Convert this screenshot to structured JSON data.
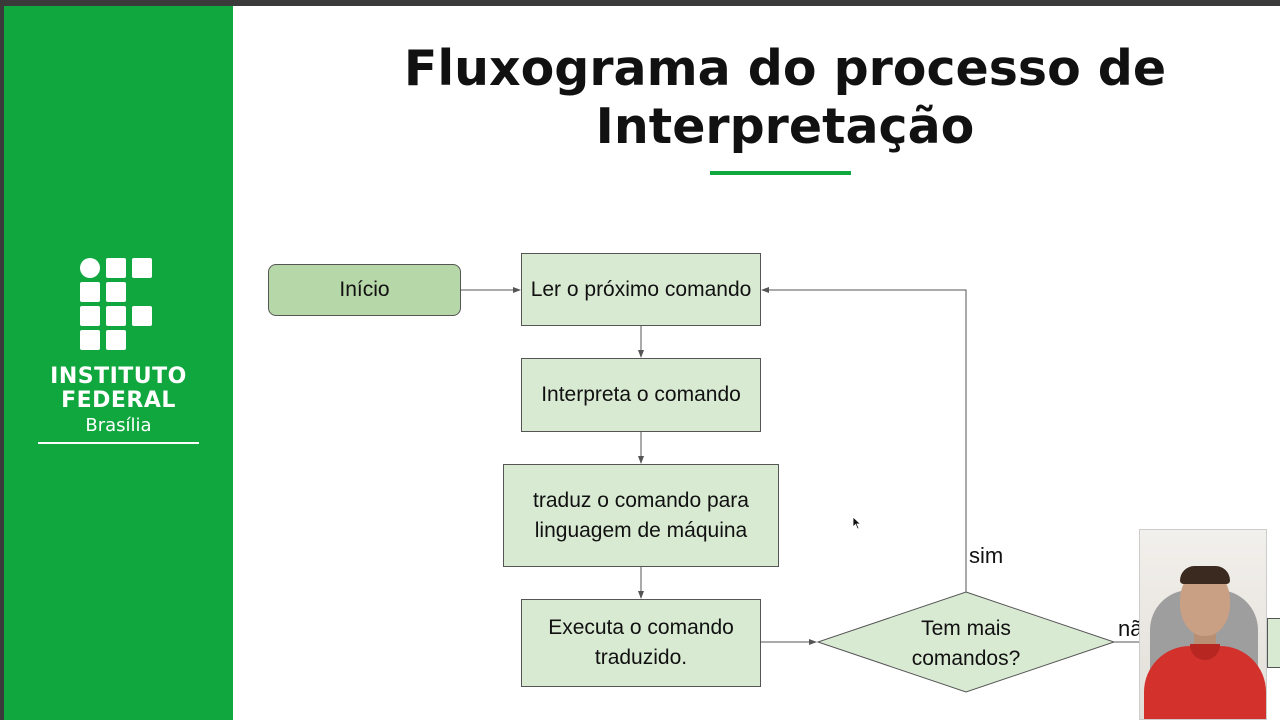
{
  "sidebar": {
    "logo_line1": "INSTITUTO",
    "logo_line2": "FEDERAL",
    "logo_line3": "Brasília",
    "color": "#0fa73e"
  },
  "title": {
    "line1": "Fluxograma do processo de",
    "line2": "Interpretação"
  },
  "flowchart": {
    "start": "Início",
    "read": "Ler o próximo comando",
    "interpret": "Interpreta o comando",
    "translate": "traduz o comando para linguagem de máquina",
    "execute": "Executa o comando traduzido.",
    "decision": "Tem mais comandos?",
    "yes_label": "sim",
    "no_label": "nã",
    "box_color": "#d9ead3",
    "start_color": "#b6d7a8"
  },
  "icons": {
    "cursor": "mouse-pointer-icon",
    "webcam": "presenter-webcam"
  }
}
